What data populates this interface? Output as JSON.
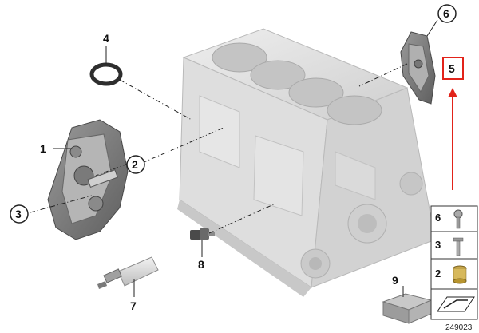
{
  "diagram": {
    "callouts": [
      {
        "id": "c1",
        "label": "1"
      },
      {
        "id": "c2",
        "label": "2"
      },
      {
        "id": "c3",
        "label": "3"
      },
      {
        "id": "c4",
        "label": "4"
      },
      {
        "id": "c5",
        "label": "5"
      },
      {
        "id": "c6",
        "label": "6"
      },
      {
        "id": "c7",
        "label": "7"
      },
      {
        "id": "c8",
        "label": "8"
      },
      {
        "id": "c9",
        "label": "9"
      }
    ],
    "legend": [
      "6",
      "3",
      "2"
    ],
    "document_number": "249023",
    "highlight_color": "#e2231a"
  }
}
